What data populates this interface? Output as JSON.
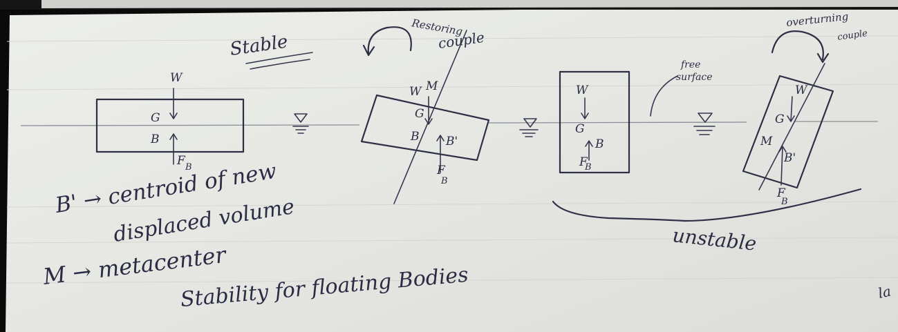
{
  "labels": {
    "stable": "Stable",
    "restoring": "Restoring",
    "restoring_couple": "couple",
    "free_surface_1": "free",
    "free_surface_2": "surface",
    "overturning": "overturning",
    "overturning_couple": "couple",
    "unstable": "unstable",
    "b_prime_def_1": "B' → centroid of new",
    "b_prime_def_2": "displaced volume",
    "m_def": "M → metacenter",
    "caption": "Stability for floating Bodies",
    "edge_text": "la"
  },
  "symbols": {
    "W": "W",
    "G": "G",
    "B": "B",
    "B_prime": "B'",
    "M": "M",
    "F": "F",
    "sub_B": "B",
    "water": "▽"
  },
  "colors": {
    "paper": "#e8e9e6",
    "ink": "#2e2f45",
    "waterline": "#8a8d96"
  }
}
